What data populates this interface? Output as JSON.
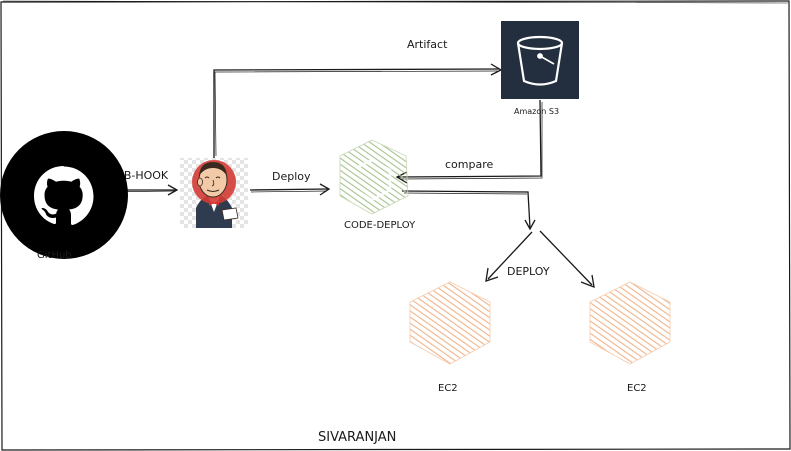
{
  "nodes": {
    "github": {
      "label": "GitHub"
    },
    "s3": {
      "label": "Amazon S3"
    },
    "codedeploy": {
      "label": "CODE-DEPLOY"
    },
    "ec2_left": {
      "label": "EC2"
    },
    "ec2_right": {
      "label": "EC2"
    }
  },
  "edges": {
    "webhook": {
      "label": "WEB-HOOK"
    },
    "artifact": {
      "label": "Artifact"
    },
    "deploy": {
      "label": "Deploy"
    },
    "compare": {
      "label": "compare"
    },
    "deploy_ec2": {
      "label": "DEPLOY"
    }
  },
  "footer": {
    "author": "SIVARANJAN"
  },
  "colors": {
    "github_bg": "#000000",
    "s3_bg": "#232f3e",
    "codedeploy_hatch": "#a8c28f",
    "ec2_hatch": "#f0b48a",
    "ink": "#1a1a1a"
  }
}
